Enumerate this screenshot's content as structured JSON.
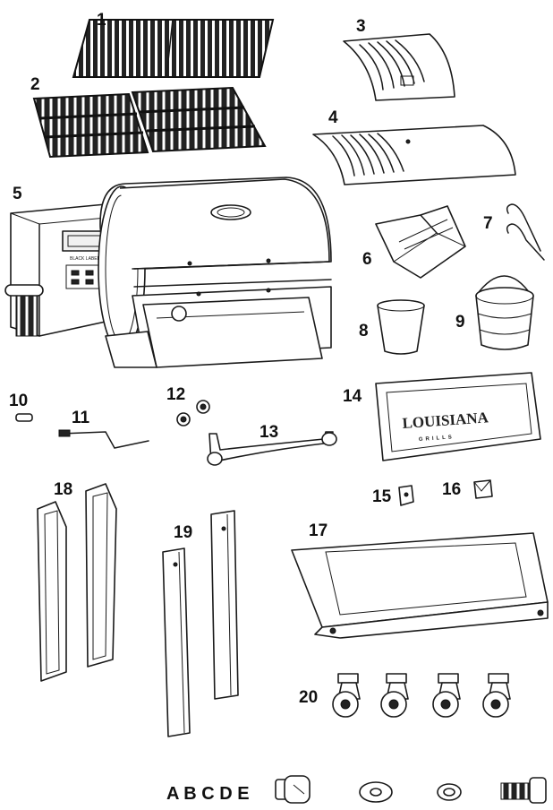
{
  "labels": {
    "p1": "1",
    "p2": "2",
    "p3": "3",
    "p4": "4",
    "p5": "5",
    "p6": "6",
    "p7": "7",
    "p8": "8",
    "p9": "9",
    "p10": "10",
    "p11": "11",
    "p12": "12",
    "p13": "13",
    "p14": "14",
    "p15": "15",
    "p16": "16",
    "p17": "17",
    "p18": "18",
    "p19": "19",
    "p20": "20"
  },
  "hardware": {
    "letters": "A B C D E"
  },
  "logo": {
    "brand": "LOUISIANA",
    "sub": "GRILLS"
  },
  "colors": {
    "line": "#1a1a1a",
    "background": "#ffffff"
  }
}
